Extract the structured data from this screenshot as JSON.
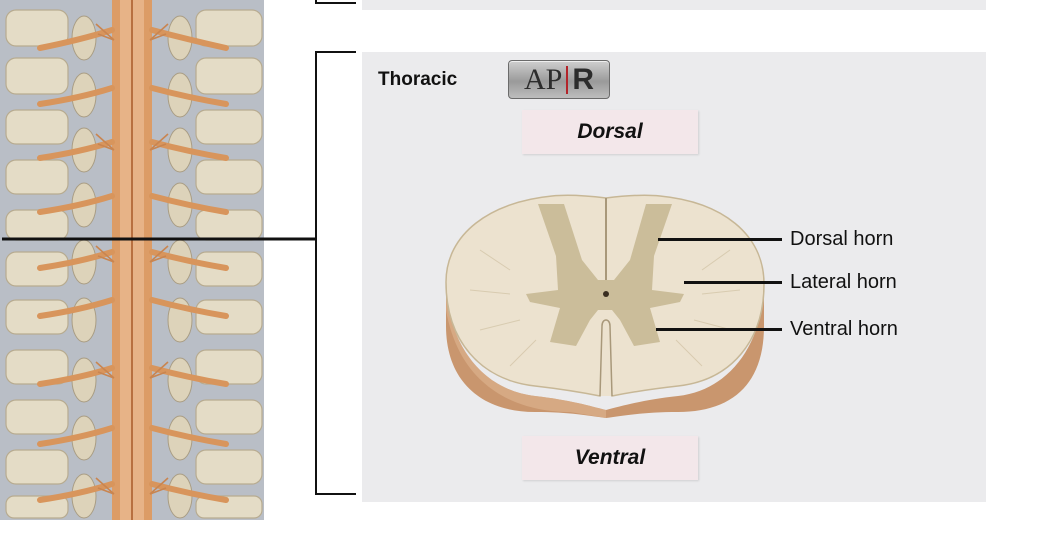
{
  "region_label": "Thoracic",
  "badge": {
    "left": "AP",
    "right": "R",
    "divider_color": "#b3242a"
  },
  "orientation": {
    "top": "Dorsal",
    "bottom": "Ventral"
  },
  "callouts": [
    {
      "id": "dorsal-horn",
      "label": "Dorsal horn"
    },
    {
      "id": "lateral-horn",
      "label": "Lateral horn"
    },
    {
      "id": "ventral-horn",
      "label": "Ventral horn"
    }
  ],
  "colors": {
    "panel": "#ebebed",
    "label_box": "#f3e7ea",
    "white_matter": "#ece2cf",
    "gray_matter": "#cbbd9a",
    "cord_side": "#c9966e",
    "nerve": "#d8955c",
    "vertebra": "#e4dcc6"
  }
}
